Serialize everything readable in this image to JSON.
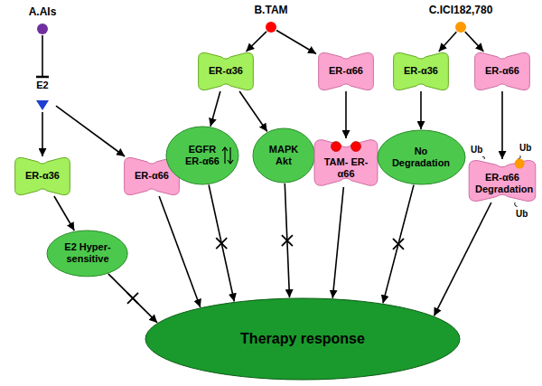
{
  "diagram": {
    "nodes": [
      {
        "text": [
          "A.AIs"
        ]
      },
      {
        "text": [
          "B.TAM"
        ]
      },
      {
        "text": [
          "C.ICI182,780"
        ]
      },
      {
        "text": [
          "E2"
        ]
      },
      {
        "text": [
          "ER-α36"
        ]
      },
      {
        "text": [
          "ER-α66"
        ]
      },
      {
        "text": [
          "ER-α36"
        ]
      },
      {
        "text": [
          "ER-α66"
        ]
      },
      {
        "text": [
          "ER-α36"
        ]
      },
      {
        "text": [
          "ER-α66"
        ]
      },
      {
        "text": [
          "E2 Hyper- sensitive"
        ]
      },
      {
        "text": [
          "EGFR ER-α66"
        ]
      },
      {
        "text": [
          "MAPK Akt"
        ]
      },
      {
        "text": [
          "TAM- ER-α66"
        ]
      },
      {
        "text": [
          "No Degradation"
        ]
      },
      {
        "text": [
          "ER-α66 Degradation"
        ]
      },
      {
        "text": [
          "Therapy response"
        ]
      }
    ],
    "edges": [
      {
        "from": 0,
        "to": 3,
        "arrow": "to"
      },
      {
        "from": 3,
        "to": 4,
        "arrow": "to"
      },
      {
        "from": 3,
        "to": 5,
        "arrow": "to"
      },
      {
        "from": 1,
        "to": 6,
        "arrow": "to"
      },
      {
        "from": 1,
        "to": 7,
        "arrow": "to"
      },
      {
        "from": 2,
        "to": 8,
        "arrow": "to"
      },
      {
        "from": 2,
        "to": 9,
        "arrow": "to"
      },
      {
        "from": 4,
        "to": 10,
        "arrow": "to"
      },
      {
        "from": 5,
        "to": 16,
        "arrow": "to"
      },
      {
        "from": 6,
        "to": 11,
        "arrow": "to"
      },
      {
        "from": 6,
        "to": 12,
        "arrow": "to"
      },
      {
        "from": 7,
        "to": 13,
        "arrow": "to"
      },
      {
        "from": 8,
        "to": 14,
        "arrow": "to"
      },
      {
        "from": 9,
        "to": 15,
        "arrow": "to"
      },
      {
        "from": 10,
        "to": 16,
        "arrow": "to"
      },
      {
        "from": 11,
        "to": 16,
        "arrow": "to"
      },
      {
        "from": 12,
        "to": 16,
        "arrow": "to"
      },
      {
        "from": 13,
        "to": 16,
        "arrow": "to"
      },
      {
        "from": 14,
        "to": 16,
        "arrow": "to"
      },
      {
        "from": 15,
        "to": 16,
        "arrow": "to"
      }
    ],
    "labels": [
      "Ub",
      "Ub",
      "Ub"
    ]
  }
}
